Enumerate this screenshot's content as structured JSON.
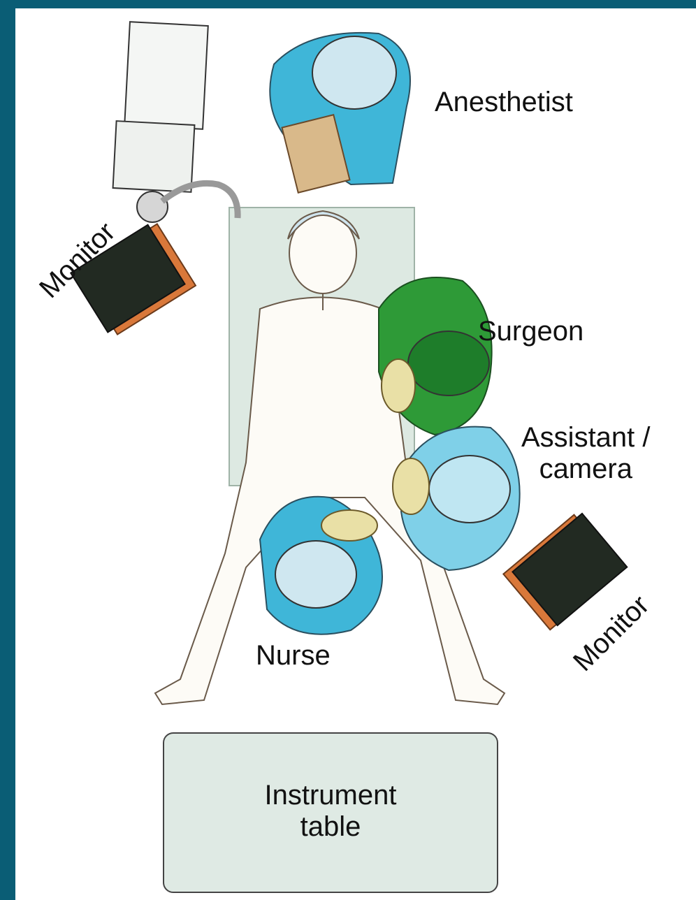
{
  "labels": {
    "anesthetist": "Anesthetist",
    "surgeon": "Surgeon",
    "assistant_line1": "Assistant /",
    "assistant_line2": "camera",
    "nurse": "Nurse",
    "monitor_left": "Monitor",
    "monitor_right": "Monitor",
    "instrument_line1": "Instrument",
    "instrument_line2": "table"
  },
  "colors": {
    "background_border": "#0a5d75",
    "anesthetist_gown": "#3fb6d8",
    "surgeon_gown": "#2e9a37",
    "assistant_gown": "#7fd0e8",
    "nurse_gown": "#3fb6d8",
    "operating_table": "#dde9e2",
    "instrument_table": "#dfeae4",
    "monitor_screen": "#222a22",
    "monitor_frame": "#d9783a"
  }
}
